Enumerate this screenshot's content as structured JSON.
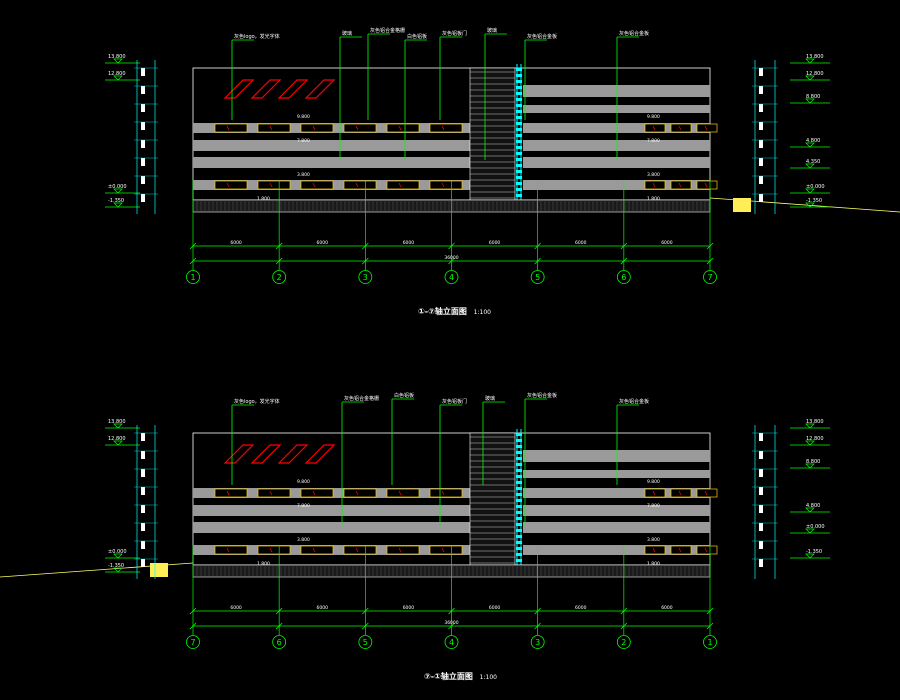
{
  "colors": {
    "background": "#000000",
    "outline": "#ffffff",
    "dimension": "#00ff00",
    "axis": "#00ff00",
    "leader": "#00ff00",
    "band": "#9a9a9a",
    "logo": "#ff0000",
    "cyan": "#00ffff",
    "window": "#ffcc00"
  },
  "drawings": [
    {
      "id": "elevation-1-7",
      "title": "①-⑦轴立面图",
      "scale": "1:100",
      "axes": [
        "1",
        "2",
        "3",
        "4",
        "5",
        "6",
        "7"
      ],
      "callouts": [
        "灰色logo，发光字体",
        "玻璃",
        "灰色铝合金格栅",
        "白色铝板",
        "灰色铝板门",
        "玻璃",
        "灰色铝合金板",
        "灰色铝合金板"
      ],
      "levels_left": [
        "13.800",
        "12.800",
        "±0.000",
        "-1.350"
      ],
      "levels_right": [
        "13.800",
        "12.800",
        "8.800",
        "4.800",
        "4.350",
        "±0.000",
        "-1.350"
      ],
      "floor_marks": [
        "9.800",
        "7.800",
        "3.800",
        "1.800"
      ],
      "dim_total": "36000",
      "dim_segments": [
        "6000",
        "6000",
        "6000",
        "6000",
        "6000",
        "6000"
      ]
    },
    {
      "id": "elevation-7-1",
      "title": "⑦-①轴立面图",
      "scale": "1:100",
      "axes": [
        "7",
        "6",
        "5",
        "4",
        "3",
        "2",
        "1"
      ],
      "callouts": [
        "灰色logo，发光字体",
        "灰色铝合金格栅",
        "白色铝板",
        "灰色铝板门",
        "玻璃",
        "灰色铝合金板",
        "灰色铝合金板"
      ],
      "levels_left": [
        "13.800",
        "12.800",
        "±0.000",
        "-1.350"
      ],
      "levels_right": [
        "13.800",
        "12.800",
        "8.800",
        "4.800",
        "±0.000",
        "-1.350"
      ],
      "floor_marks": [
        "9.800",
        "7.800",
        "3.800",
        "1.800"
      ],
      "dim_total": "36000",
      "dim_segments": [
        "6000",
        "6000",
        "6000",
        "6000",
        "6000",
        "6000"
      ]
    }
  ]
}
